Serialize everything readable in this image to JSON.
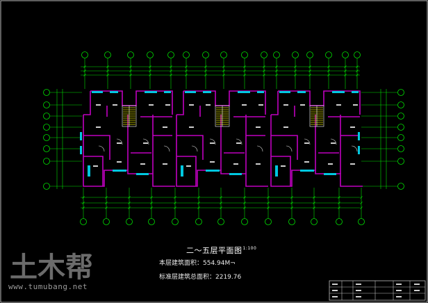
{
  "drawing": {
    "title": "二～五层平面图",
    "scale": "1:100",
    "floor_area_text": "本层建筑面积：554.94M¬",
    "total_area_text": "标准层建筑总面积：2219.76"
  },
  "watermark": {
    "logo_text": "土木帮",
    "url": "www.tumubang.net"
  },
  "colors": {
    "background": "#000000",
    "walls": "#c000c0",
    "axis_grid": "#00e000",
    "windows": "#00c8e0",
    "stairs": "#e0e000",
    "text": "#ffffff"
  },
  "icons": [
    "axis-bubble",
    "stair-symbol",
    "door-swing",
    "window-mark"
  ]
}
